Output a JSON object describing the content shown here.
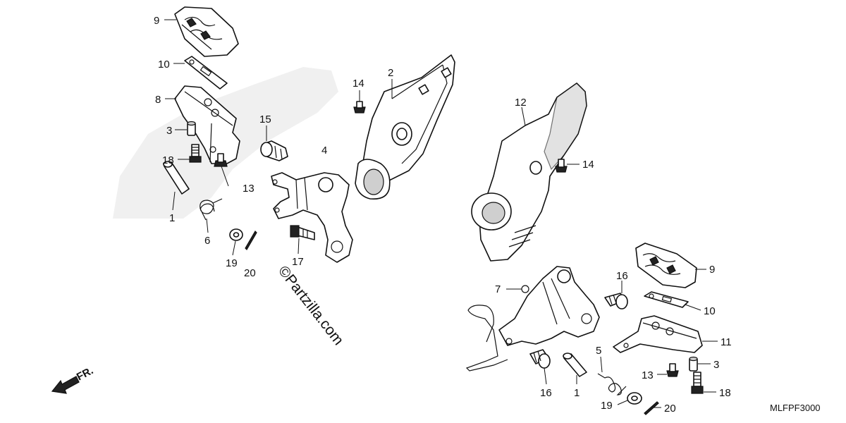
{
  "watermark": "©Partzilla.com",
  "diagram_code": "MLFPF3000",
  "direction_label": "FR.",
  "callouts": [
    {
      "id": "c9a",
      "text": "9"
    },
    {
      "id": "c10a",
      "text": "10"
    },
    {
      "id": "c8",
      "text": "8"
    },
    {
      "id": "c3a",
      "text": "3"
    },
    {
      "id": "c18a",
      "text": "18"
    },
    {
      "id": "c15",
      "text": "15"
    },
    {
      "id": "c4",
      "text": "4"
    },
    {
      "id": "c13a",
      "text": "13"
    },
    {
      "id": "c1a",
      "text": "1"
    },
    {
      "id": "c6",
      "text": "6"
    },
    {
      "id": "c19a",
      "text": "19"
    },
    {
      "id": "c20a",
      "text": "20"
    },
    {
      "id": "c17",
      "text": "17"
    },
    {
      "id": "c14a",
      "text": "14"
    },
    {
      "id": "c2",
      "text": "2"
    },
    {
      "id": "c12",
      "text": "12"
    },
    {
      "id": "c14b",
      "text": "14"
    },
    {
      "id": "c9b",
      "text": "9"
    },
    {
      "id": "c16a",
      "text": "16"
    },
    {
      "id": "c7",
      "text": "7"
    },
    {
      "id": "c10b",
      "text": "10"
    },
    {
      "id": "c11",
      "text": "11"
    },
    {
      "id": "c5",
      "text": "5"
    },
    {
      "id": "c3b",
      "text": "3"
    },
    {
      "id": "c13b",
      "text": "13"
    },
    {
      "id": "c16b",
      "text": "16"
    },
    {
      "id": "c1b",
      "text": "1"
    },
    {
      "id": "c18b",
      "text": "18"
    },
    {
      "id": "c19b",
      "text": "19"
    },
    {
      "id": "c20b",
      "text": "20"
    }
  ]
}
